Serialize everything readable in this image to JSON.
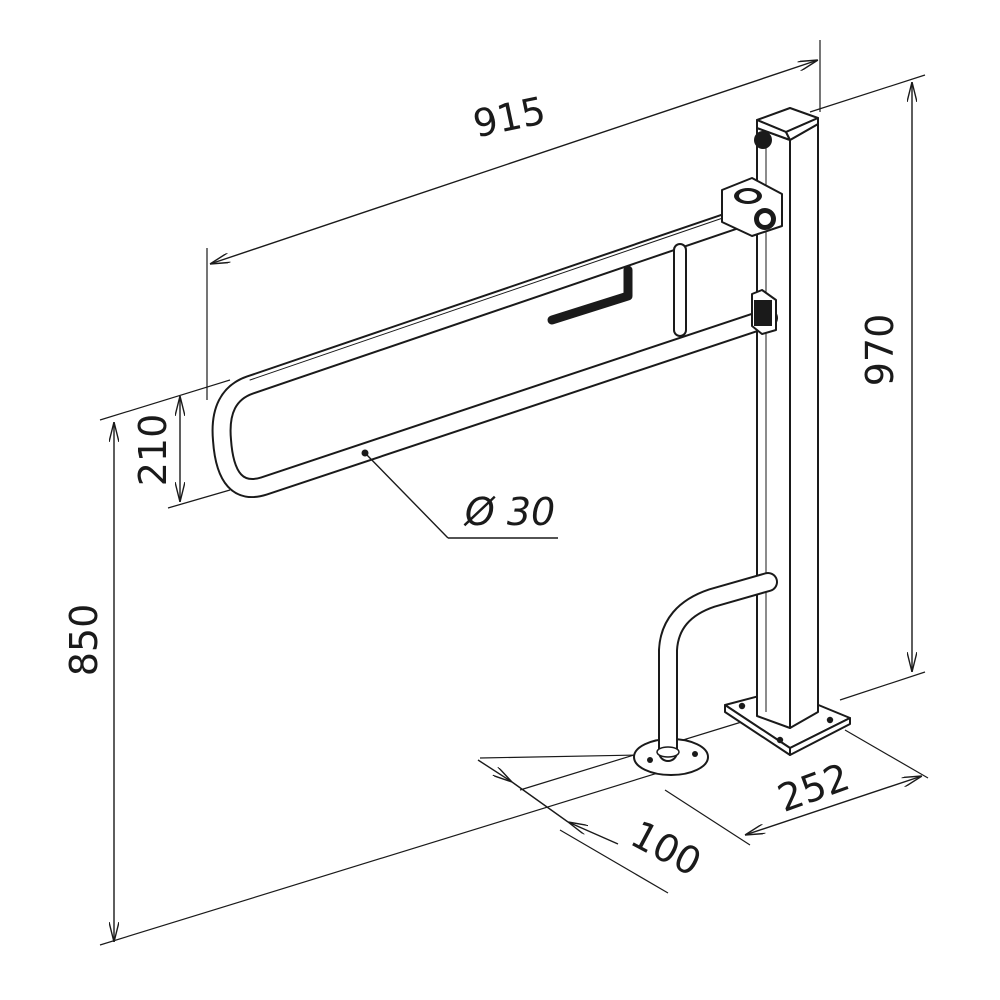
{
  "dimensions": {
    "length": "915",
    "height_total": "970",
    "height_bar": "850",
    "bar_spacing": "210",
    "tube_diameter": "Ø 30",
    "base_depth": "252",
    "support_offset": "100"
  }
}
